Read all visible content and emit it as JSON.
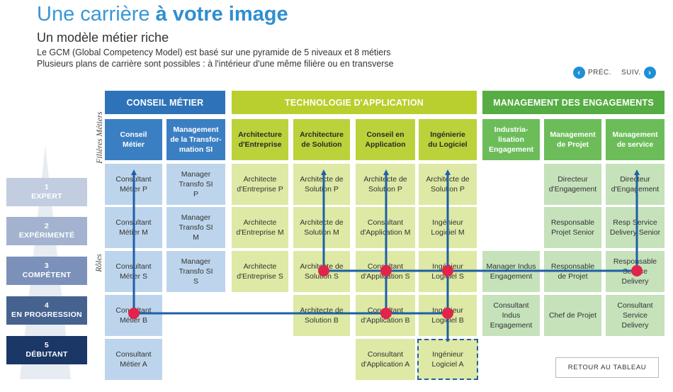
{
  "header": {
    "title_light": "Une carrière ",
    "title_bold": "à votre image",
    "subtitle": "Un modèle métier riche",
    "desc_line1": "Le GCM (Global Competency Model) est basé sur une pyramide de 5 niveaux et 8 métiers",
    "desc_line2": "Plusieurs plans de carrière sont possibles : à l'intérieur d'une même filière ou en transverse"
  },
  "nav": {
    "prev_label": "PRÉC.",
    "next_label": "SUIV.",
    "prev_icon": "chevron-left-icon",
    "next_icon": "chevron-right-icon"
  },
  "side_labels": {
    "filieres": "Filières Métiers",
    "roles": "Rôles"
  },
  "categories": {
    "conseil": "CONSEIL MÉTIER",
    "techno": "TECHNOLOGIE D'APPLICATION",
    "management": "MANAGEMENT DES ENGAGEMENTS"
  },
  "columns": [
    {
      "l1": "Conseil",
      "l2": "Métier",
      "l3": ""
    },
    {
      "l1": "Management",
      "l2": "de la Transfor-",
      "l3": "mation SI"
    },
    {
      "l1": "Architecture",
      "l2": "d'Entreprise",
      "l3": ""
    },
    {
      "l1": "Architecture",
      "l2": "de Solution",
      "l3": ""
    },
    {
      "l1": "Conseil en",
      "l2": "Application",
      "l3": ""
    },
    {
      "l1": "Ingénierie",
      "l2": "du Logiciel",
      "l3": ""
    },
    {
      "l1": "Industria-",
      "l2": "lisation",
      "l3": "Engagement"
    },
    {
      "l1": "Management",
      "l2": "de Projet",
      "l3": ""
    },
    {
      "l1": "Management",
      "l2": "de service",
      "l3": ""
    }
  ],
  "levels": [
    {
      "num": "1",
      "name": "EXPERT"
    },
    {
      "num": "2",
      "name": "EXPÉRIMENTÉ"
    },
    {
      "num": "3",
      "name": "COMPÉTENT"
    },
    {
      "num": "4",
      "name": "EN PROGRESSION"
    },
    {
      "num": "5",
      "name": "DÉBUTANT"
    }
  ],
  "cells": {
    "r1": [
      {
        "l1": "Consultant",
        "l2": "Métier P",
        "l3": ""
      },
      {
        "l1": "Manager",
        "l2": "Transfo SI",
        "l3": "P"
      },
      {
        "l1": "Architecte",
        "l2": "d'Entreprise P",
        "l3": ""
      },
      {
        "l1": "Architecte de",
        "l2": "Solution P",
        "l3": ""
      },
      {
        "l1": "Architecte de",
        "l2": "Solution P",
        "l3": ""
      },
      {
        "l1": "Architecte de",
        "l2": "Solution P",
        "l3": ""
      },
      {
        "l1": "Directeur",
        "l2": "d'Engagement",
        "l3": ""
      },
      {
        "l1": "Directeur",
        "l2": "d'Engagement",
        "l3": ""
      }
    ],
    "r2": [
      {
        "l1": "Consultant",
        "l2": "Métier M",
        "l3": ""
      },
      {
        "l1": "Manager",
        "l2": "Transfo SI",
        "l3": "M"
      },
      {
        "l1": "Architecte",
        "l2": "d'Entreprise M",
        "l3": ""
      },
      {
        "l1": "Architecte de",
        "l2": "Solution M",
        "l3": ""
      },
      {
        "l1": "Consultant",
        "l2": "d'Application M",
        "l3": ""
      },
      {
        "l1": "Ingénieur",
        "l2": "Logiciel M",
        "l3": ""
      },
      {
        "l1": "Responsable",
        "l2": "Projet Senior",
        "l3": ""
      },
      {
        "l1": "Resp Service",
        "l2": "Delivery Senior",
        "l3": ""
      }
    ],
    "r3": [
      {
        "l1": "Consultant",
        "l2": "Métier S",
        "l3": ""
      },
      {
        "l1": "Manager",
        "l2": "Transfo SI",
        "l3": "S"
      },
      {
        "l1": "Architecte",
        "l2": "d'Entreprise S",
        "l3": ""
      },
      {
        "l1": "Architecte de",
        "l2": "Solution S",
        "l3": ""
      },
      {
        "l1": "Consultant",
        "l2": "d'Application S",
        "l3": ""
      },
      {
        "l1": "Ingénieur",
        "l2": "Logiciel S",
        "l3": ""
      },
      {
        "l1": "Manager Indus",
        "l2": "Engagement",
        "l3": ""
      },
      {
        "l1": "Responsable",
        "l2": "de Projet",
        "l3": ""
      },
      {
        "l1": "Responsable",
        "l2": "Service",
        "l3": "Delivery"
      }
    ],
    "r4": [
      {
        "l1": "Consultant",
        "l2": "Métier B",
        "l3": ""
      },
      {
        "l1": "Architecte de",
        "l2": "Solution B",
        "l3": ""
      },
      {
        "l1": "Consultant",
        "l2": "d'Application B",
        "l3": ""
      },
      {
        "l1": "Ingénieur",
        "l2": "Logiciel B",
        "l3": ""
      },
      {
        "l1": "Consultant",
        "l2": "Indus",
        "l3": "Engagement"
      },
      {
        "l1": "Chef de Projet",
        "l2": "",
        "l3": ""
      },
      {
        "l1": "Consultant",
        "l2": "Service",
        "l3": "Delivery"
      }
    ],
    "r5": [
      {
        "l1": "Consultant",
        "l2": "Métier A",
        "l3": ""
      },
      {
        "l1": "Consultant",
        "l2": "d'Application A",
        "l3": ""
      },
      {
        "l1": "Ingénieur",
        "l2": "Logiciel A",
        "l3": ""
      }
    ]
  },
  "colors": {
    "arrow": "#1f5fa6",
    "node": "#e0254a"
  },
  "retour_label": "RETOUR AU TABLEAU"
}
